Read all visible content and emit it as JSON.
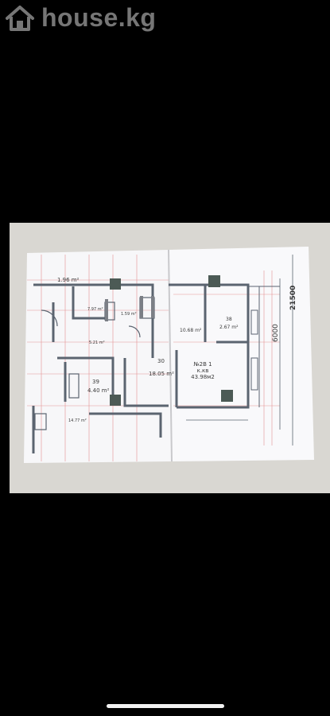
{
  "watermark": {
    "brand": "house.kg",
    "icon": "house-icon"
  },
  "floor_plan": {
    "left_page": {
      "room_labels": [
        "1.96 m²",
        "7.97 m²",
        "1.59 m²",
        "5.21 m²",
        "30",
        "18.05 m²",
        "39",
        "4.40 m²",
        "14.77 m²"
      ]
    },
    "right_page": {
      "room_labels": [
        "10.68 m²",
        "38",
        "2.67 m²"
      ],
      "apartment_number": "№2В 1",
      "apartment_type": "к.кв",
      "apartment_area": "43.98м2",
      "dimension_6000": "6000",
      "dimension_21500": "21500"
    }
  },
  "colors": {
    "background": "#000000",
    "paper": "#f8f8fa",
    "surface": "#d9d7d2",
    "wall": "#5b6470",
    "grid": "#e07a7a",
    "column": "#4c5a55"
  }
}
